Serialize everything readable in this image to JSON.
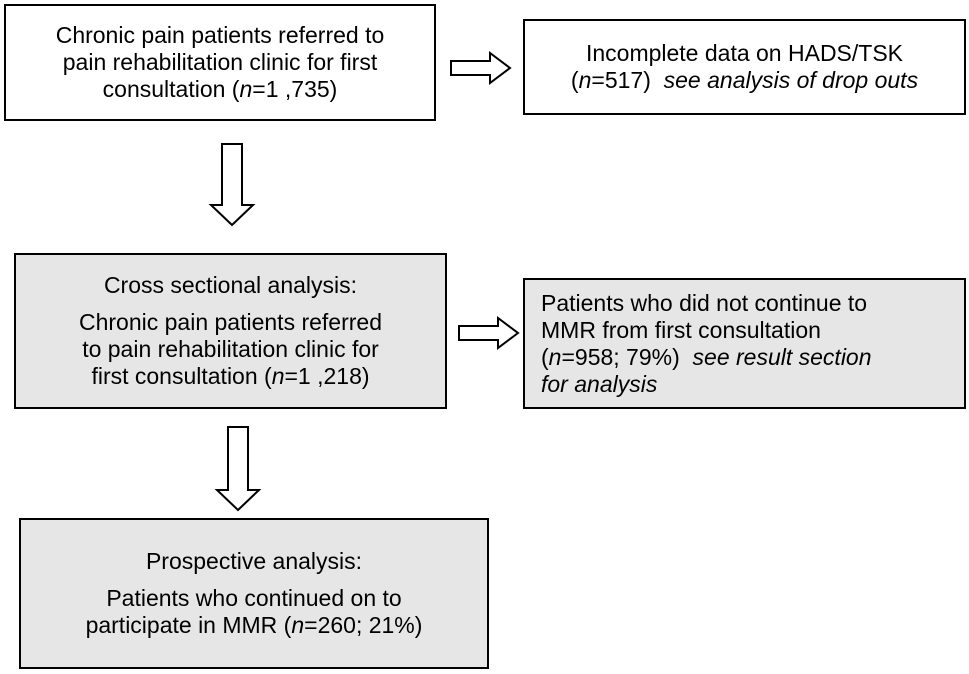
{
  "box_referred": {
    "lines": [
      "Chronic pain patients referred to",
      "pain rehabilitation clinic for first",
      "consultation ("
    ],
    "n_var": "n",
    "n_rest": "=1 ,735)"
  },
  "box_incomplete": {
    "line1": "Incomplete data on HADS/TSK",
    "n_open": "(",
    "n_var": "n",
    "n_rest": "=517)",
    "note": "see analysis of drop outs"
  },
  "box_cross": {
    "heading": "Cross sectional analysis:",
    "lines": [
      "Chronic pain patients referred",
      "to pain rehabilitation clinic for",
      "first consultation ("
    ],
    "n_var": "n",
    "n_rest": "=1 ,218)"
  },
  "box_discontinued": {
    "line1": "Patients who did not continue to",
    "line2": "MMR from first consultation",
    "n_open": "(",
    "n_var": "n",
    "n_rest": "=958; 79%)",
    "note1": "see result section",
    "note2": "for analysis"
  },
  "box_prospective": {
    "heading": "Prospective analysis:",
    "line1": "Patients who continued on to",
    "line2": "participate in MMR (",
    "n_var": "n",
    "n_rest": "=260; 21%)"
  },
  "colors": {
    "border": "#000000",
    "shaded_box": "#e6e6e6",
    "plain_box": "#ffffff"
  }
}
